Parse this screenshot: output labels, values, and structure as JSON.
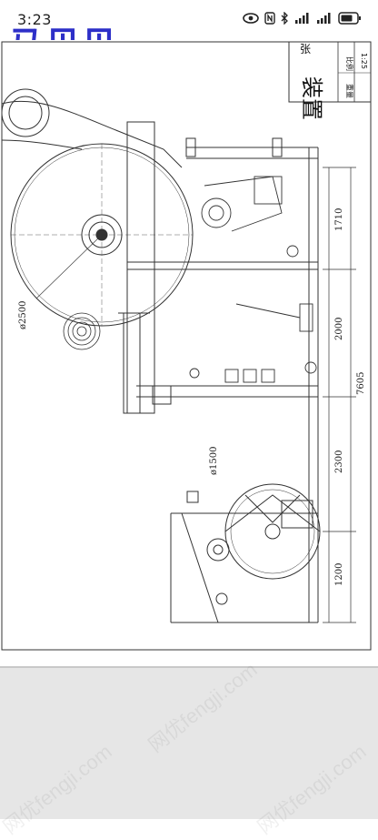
{
  "status_bar": {
    "time": "3:23",
    "battery_icon": "battery-icon",
    "wifi_icon": "wifi-icon",
    "signal_icon": "cell-signal-icon",
    "bluetooth_icon": "bluetooth-icon",
    "nfc_icon": "nfc-icon",
    "eye_icon": "eye-comfort-icon"
  },
  "brand": {
    "logo_text": "马贝贝"
  },
  "drawing": {
    "title_block": {
      "title_chars": "装置",
      "field_label_1": "比例",
      "field_value_1": "1:25",
      "field_label_2": "重量",
      "sheet_mark": "张"
    },
    "dimensions": {
      "d1": "ø2500",
      "d2": "ø1500",
      "len1": "1710",
      "len2": "2000",
      "len3": "2300",
      "len4": "1200",
      "total": "7605"
    }
  },
  "watermark": {
    "text": "网优fengji.com"
  }
}
